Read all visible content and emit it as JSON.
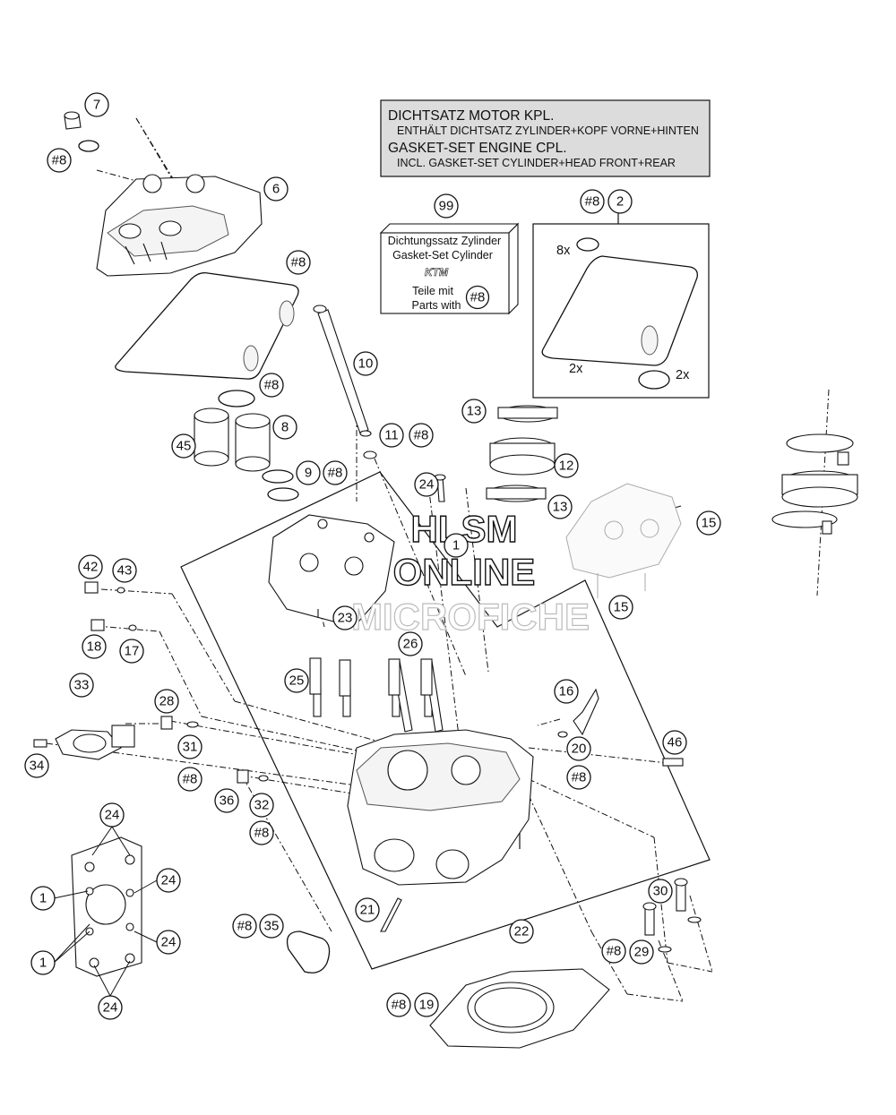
{
  "note_box": {
    "line1": "DICHTSATZ MOTOR KPL.",
    "line2": "ENTHÄLT DICHTSATZ ZYLINDER+KOPF VORNE+HINTEN",
    "line3": "GASKET-SET ENGINE CPL.",
    "line4": "INCL. GASKET-SET CYLINDER+HEAD FRONT+REAR"
  },
  "kit_box": {
    "line1": "Dichtungssatz Zylinder",
    "line2": "Gasket-Set Cylinder",
    "brand": "KTM",
    "line3": "Teile mit",
    "line4": "Parts with",
    "ref": "#8"
  },
  "gasket_set_quantities": {
    "seal": "8x",
    "cover_gasket": "2x",
    "ring": "2x"
  },
  "watermark": {
    "line1": "HLSM",
    "line2": "ONLINE",
    "line3": "MICROFICHE"
  },
  "callouts": [
    {
      "label": "7"
    },
    {
      "label": "#8"
    },
    {
      "label": "6"
    },
    {
      "label": "#8"
    },
    {
      "label": "10"
    },
    {
      "label": "#8"
    },
    {
      "label": "45"
    },
    {
      "label": "8"
    },
    {
      "label": "9"
    },
    {
      "label": "#8"
    },
    {
      "label": "11"
    },
    {
      "label": "#8"
    },
    {
      "label": "99"
    },
    {
      "label": "#8"
    },
    {
      "label": "2"
    },
    {
      "label": "13"
    },
    {
      "label": "12"
    },
    {
      "label": "13"
    },
    {
      "label": "24"
    },
    {
      "label": "15"
    },
    {
      "label": "15"
    },
    {
      "label": "1"
    },
    {
      "label": "23"
    },
    {
      "label": "42"
    },
    {
      "label": "43"
    },
    {
      "label": "18"
    },
    {
      "label": "17"
    },
    {
      "label": "26"
    },
    {
      "label": "25"
    },
    {
      "label": "33"
    },
    {
      "label": "28"
    },
    {
      "label": "16"
    },
    {
      "label": "34"
    },
    {
      "label": "31"
    },
    {
      "label": "20"
    },
    {
      "label": "46"
    },
    {
      "label": "#8"
    },
    {
      "label": "#8"
    },
    {
      "label": "36"
    },
    {
      "label": "32"
    },
    {
      "label": "#8"
    },
    {
      "label": "24"
    },
    {
      "label": "24"
    },
    {
      "label": "1"
    },
    {
      "label": "24"
    },
    {
      "label": "1"
    },
    {
      "label": "24"
    },
    {
      "label": "30"
    },
    {
      "label": "21"
    },
    {
      "label": "22"
    },
    {
      "label": "#8"
    },
    {
      "label": "35"
    },
    {
      "label": "#8"
    },
    {
      "label": "29"
    },
    {
      "label": "#8"
    },
    {
      "label": "19"
    }
  ]
}
